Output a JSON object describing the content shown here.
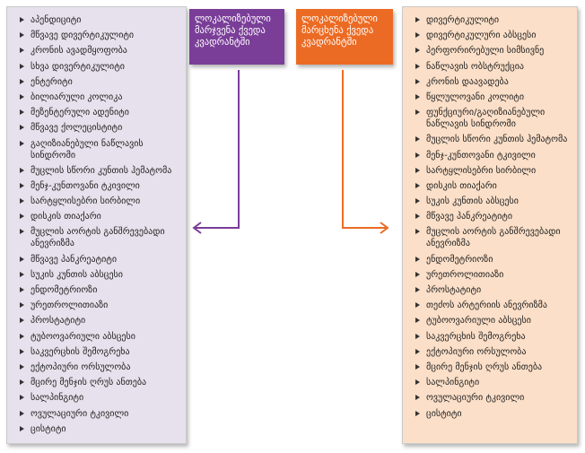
{
  "left_list": {
    "items": [
      "აპენდიციტი",
      "მწვავე დივერტიკულიტი",
      "კრონის ავადმყოფობა",
      "სხვა დივერტიკულიტი",
      "ენტერიტი",
      "ბილიარული კოლიკა",
      "მეზენტერული ადენიტი",
      "მწვავე ქოლეცისტიტი",
      "გაღიზიანებული ნაწლავის სინდრომი",
      "მუცლის სწორი კუნთის ჰემატომა",
      "მენჯ-კუნთოვანი ტკივილი",
      "სარტყლისებრი სირბილი",
      "დისკის თიაქარი",
      "მუცლის აორტის განშრევებადი ანევრიზმა",
      "მწვავე პანკრეატიტი",
      "სუკის კუნთის აბსცესი",
      "ენდომეტრიოზი",
      "ურეთროლითიაზი",
      "პროსტატიტი",
      "ტუბოოვარიული აბსცესი",
      "საკვერცხის შემოგრეხა",
      "ექტოპიური ორსულობა",
      "მცირე მენჯის ღრუს ანთება",
      "სალპინგიტი",
      "ოვულაციური ტკივილი",
      "ცისტიტი"
    ]
  },
  "right_list": {
    "items": [
      "დივერტიკულიტი",
      "დივერტიკულური აბსცესი",
      "პერფორირებული სიმსივნე",
      "ნაწლავის ობსტრუქცია",
      "კრონის დაავადება",
      "წყლულოვანი კოლიტი",
      "ფუნქციური/გაღიზიანებული ნაწლავის სინდრომი",
      "მუცლის სწორი კუნთის ჰემატომა",
      "მენჯ-კუნთოვანი ტკივილი",
      "სარტყლისებრი სირბილი",
      "დისკის თიაქარი",
      "სუკის კუნთის აბსცესი",
      "მწვავე პანკრეატიტი",
      "მუცლის აორტის განშრევებადი ანევრიზმა",
      "ენდომეტრიოზი",
      "ურეთროლითიაზი",
      "პროსტატიტი",
      "თეძოს არტერიის ანევრიზმა",
      "ტუბოოვარიული აბსცესი",
      "საკვერცხის შემოგრეხა",
      "ექტოპიური ორსულობა",
      "მცირე მენჯის ღრუს ანთება",
      "სალპინგიტი",
      "ოვულაციური ტკივილი",
      "ცისტიტი"
    ]
  },
  "headers": {
    "purple": "ლოკალიზებული მარჯვენა ქვედა კვადრანტში",
    "orange": "ლოკალიზებული მარცხენა ქვედა კვადრანტში"
  },
  "colors": {
    "purple": "#7a3e98",
    "orange": "#ec6b24",
    "left_panel_bg": "#e6e1ec",
    "right_panel_bg": "#fbdfc8"
  },
  "icons": {
    "bullet": "triangle-bullet-icon",
    "left_arrow": "arrow-left-icon",
    "right_arrow": "arrow-right-icon"
  }
}
